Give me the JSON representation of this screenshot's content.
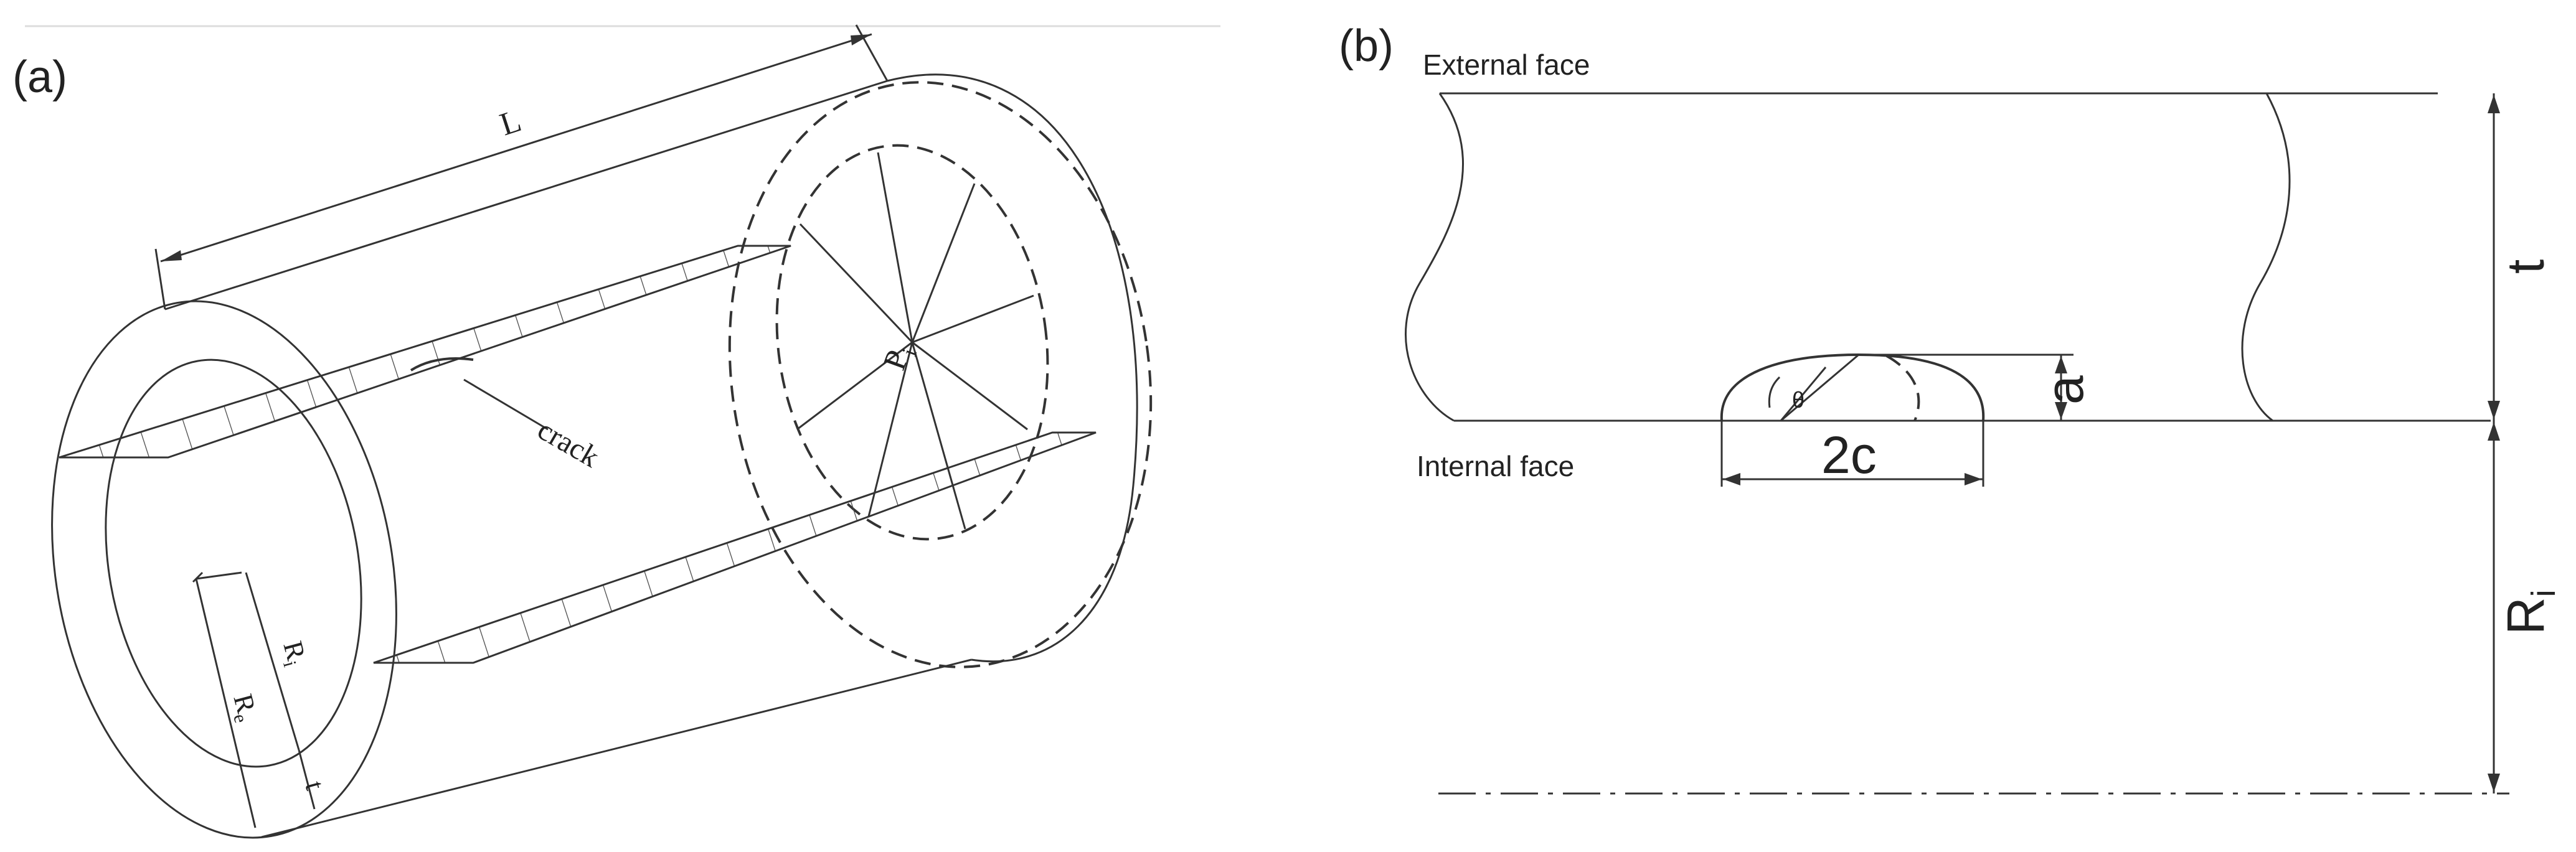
{
  "panel_a": {
    "label": "(a)",
    "length_label": "L",
    "pressure_label": "P",
    "pressure_subscript": "i",
    "crack_label": "crack",
    "inner_radius_label": "R",
    "inner_radius_subscript": "i",
    "outer_radius_label": "R",
    "outer_radius_subscript": "e",
    "thickness_label": "t"
  },
  "panel_b": {
    "label": "(b)",
    "external_face_label": "External face",
    "internal_face_label": "Internal face",
    "thickness_label": "t",
    "crack_depth_label": "a",
    "crack_length_label": "2c",
    "angle_label": "θ",
    "inner_radius_label": "R",
    "inner_radius_subscript": "i"
  }
}
